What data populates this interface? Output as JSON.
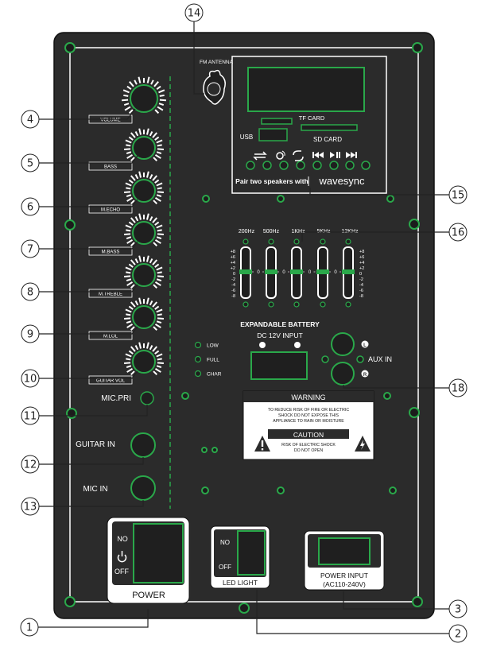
{
  "panel": {
    "fm_antenna": "FM ANTENNA",
    "tf_card": "TF CARD",
    "usb": "USB",
    "sd_card": "SD CARD",
    "pair_text": "Pair two speakers with",
    "brand": "wavesync",
    "eq_freqs": [
      "200Hz",
      "500Hz",
      "1KHz",
      "5KHz",
      "12KHz"
    ],
    "eq_scale_left": [
      "+8",
      "+6",
      "+4",
      "+2",
      "0",
      "-2",
      "-4",
      "-6",
      "-8"
    ],
    "eq_scale_right": [
      "+8",
      "+6",
      "+4",
      "+2",
      "0",
      "-2",
      "-4",
      "-6",
      "-8"
    ],
    "eq_zero": "0",
    "battery_title": "EXPANDABLE BATTERY",
    "dc_input": "DC 12V INPUT",
    "battery_leds": [
      "LOW",
      "FULL",
      "CHAR"
    ],
    "aux_in": "AUX IN",
    "aux_l": "L",
    "aux_r": "R",
    "knobs": [
      "VOLUME",
      "BASS",
      "M.ECHO",
      "M.BASS",
      "M.TREBLE",
      "M.LOL",
      "GUITAR VOL"
    ],
    "mic_pri": "MIC.PRI",
    "guitar_in": "GUITAR IN",
    "mic_in": "MIC IN",
    "warning": {
      "title": "WARNING",
      "lines": [
        "TO REDUCE RISK OF FIRE OR ELECTRIC",
        "SHOCK DO NOT EXPOSE THIS",
        "APPLIANCE TO RAIN OR MOISTURE"
      ],
      "caution": "CAUTION",
      "caution_lines": [
        "RISK OF ELECTRIC SHOCK",
        "DO NOT OPEN"
      ]
    },
    "power_switch": {
      "on": "NO",
      "off": "OFF",
      "label": "POWER"
    },
    "led_switch": {
      "on": "NO",
      "off": "OFF",
      "label": "LED LIGHT"
    },
    "power_input": {
      "line1": "POWER INPUT",
      "line2": "(AC110-240V)"
    }
  },
  "callouts": [
    "1",
    "2",
    "3",
    "4",
    "5",
    "6",
    "7",
    "8",
    "9",
    "10",
    "11",
    "12",
    "13",
    "14",
    "15",
    "16",
    "18"
  ],
  "colors": {
    "panel": "#2b2b2b",
    "border": "#ffffff",
    "accent": "#2aa84a",
    "callout_line": "#222222"
  }
}
